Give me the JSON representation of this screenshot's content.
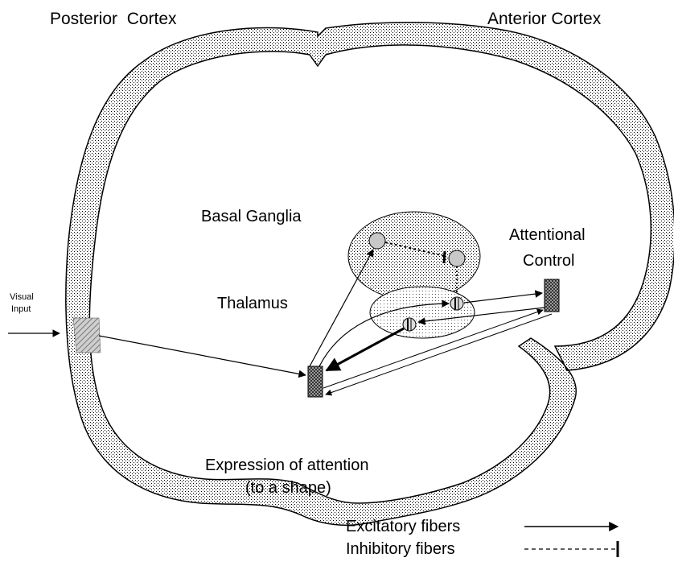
{
  "labels": {
    "posterior_cortex": "Posterior  Cortex",
    "anterior_cortex": "Anterior Cortex",
    "basal_ganglia": "Basal Ganglia",
    "thalamus": "Thalamus",
    "attentional_control_line1": "Attentional",
    "attentional_control_line2": "Control",
    "visual_input_line1": "Visual",
    "visual_input_line2": "Input",
    "expression_line1": "Expression of attention",
    "expression_line2": "(to a shape)"
  },
  "legend": {
    "excitatory": "Excitatory fibers",
    "inhibitory": "Inhibitory fibers"
  }
}
